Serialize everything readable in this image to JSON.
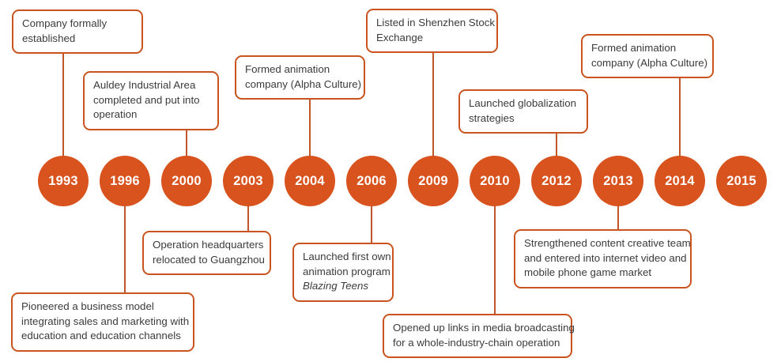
{
  "diagram": {
    "type": "company-history-timeline",
    "colors": {
      "accent": "#D9531E",
      "box_border": "#C9541F",
      "connector": "#C0562A",
      "text": "#3b3b3b",
      "circle_label": "#ffffff",
      "background": "#ffffff"
    },
    "years": [
      {
        "label": "1993"
      },
      {
        "label": "1996"
      },
      {
        "label": "2000"
      },
      {
        "label": "2003"
      },
      {
        "label": "2004"
      },
      {
        "label": "2006"
      },
      {
        "label": "2009"
      },
      {
        "label": "2010"
      },
      {
        "label": "2012"
      },
      {
        "label": "2013"
      },
      {
        "label": "2014"
      },
      {
        "label": "2015"
      }
    ],
    "events": [
      {
        "id": "event-1993",
        "year": "1993",
        "side": "above",
        "lines": [
          {
            "text": "Company formally",
            "italic": false
          },
          {
            "text": "established",
            "italic": false
          }
        ]
      },
      {
        "id": "event-2000",
        "year": "2000",
        "side": "above",
        "lines": [
          {
            "text": "Auldey Industrial Area",
            "italic": false
          },
          {
            "text": "completed and put into",
            "italic": false
          },
          {
            "text": "operation",
            "italic": false
          }
        ]
      },
      {
        "id": "event-2004",
        "year": "2004",
        "side": "above",
        "lines": [
          {
            "text": "Formed animation",
            "italic": false
          },
          {
            "text": "company (Alpha Culture)",
            "italic": false
          }
        ]
      },
      {
        "id": "event-2009",
        "year": "2009",
        "side": "above",
        "lines": [
          {
            "text": "Listed in Shenzhen Stock",
            "italic": false
          },
          {
            "text": "Exchange",
            "italic": false
          }
        ]
      },
      {
        "id": "event-2012",
        "year": "2012",
        "side": "above",
        "lines": [
          {
            "text": "Launched globalization",
            "italic": false
          },
          {
            "text": "strategies",
            "italic": false
          }
        ]
      },
      {
        "id": "event-2014",
        "year": "2014",
        "side": "above",
        "lines": [
          {
            "text": "Formed animation",
            "italic": false
          },
          {
            "text": "company (Alpha Culture)",
            "italic": false
          }
        ]
      },
      {
        "id": "event-2003",
        "year": "2003",
        "side": "below",
        "lines": [
          {
            "text": "Operation headquarters",
            "italic": false
          },
          {
            "text": "relocated to Guangzhou",
            "italic": false
          }
        ]
      },
      {
        "id": "event-1996",
        "year": "1996",
        "side": "below",
        "lines": [
          {
            "text": "Pioneered a business model",
            "italic": false
          },
          {
            "text": "integrating sales and marketing with",
            "italic": false
          },
          {
            "text": "education and education channels",
            "italic": false
          }
        ]
      },
      {
        "id": "event-2006",
        "year": "2006",
        "side": "below",
        "lines": [
          {
            "text": "Launched first own",
            "italic": false
          },
          {
            "text": "animation program",
            "italic": false
          },
          {
            "text": "Blazing Teens",
            "italic": true
          }
        ]
      },
      {
        "id": "event-2013",
        "year": "2013",
        "side": "below",
        "lines": [
          {
            "text": "Strengthened content creative team",
            "italic": false
          },
          {
            "text": "and entered into internet video and",
            "italic": false
          },
          {
            "text": "mobile phone game market",
            "italic": false
          }
        ]
      },
      {
        "id": "event-2010",
        "year": "2010",
        "side": "below",
        "lines": [
          {
            "text": "Opened up links in media broadcasting",
            "italic": false
          },
          {
            "text": "for a whole-industry-chain operation",
            "italic": false
          }
        ]
      }
    ]
  }
}
